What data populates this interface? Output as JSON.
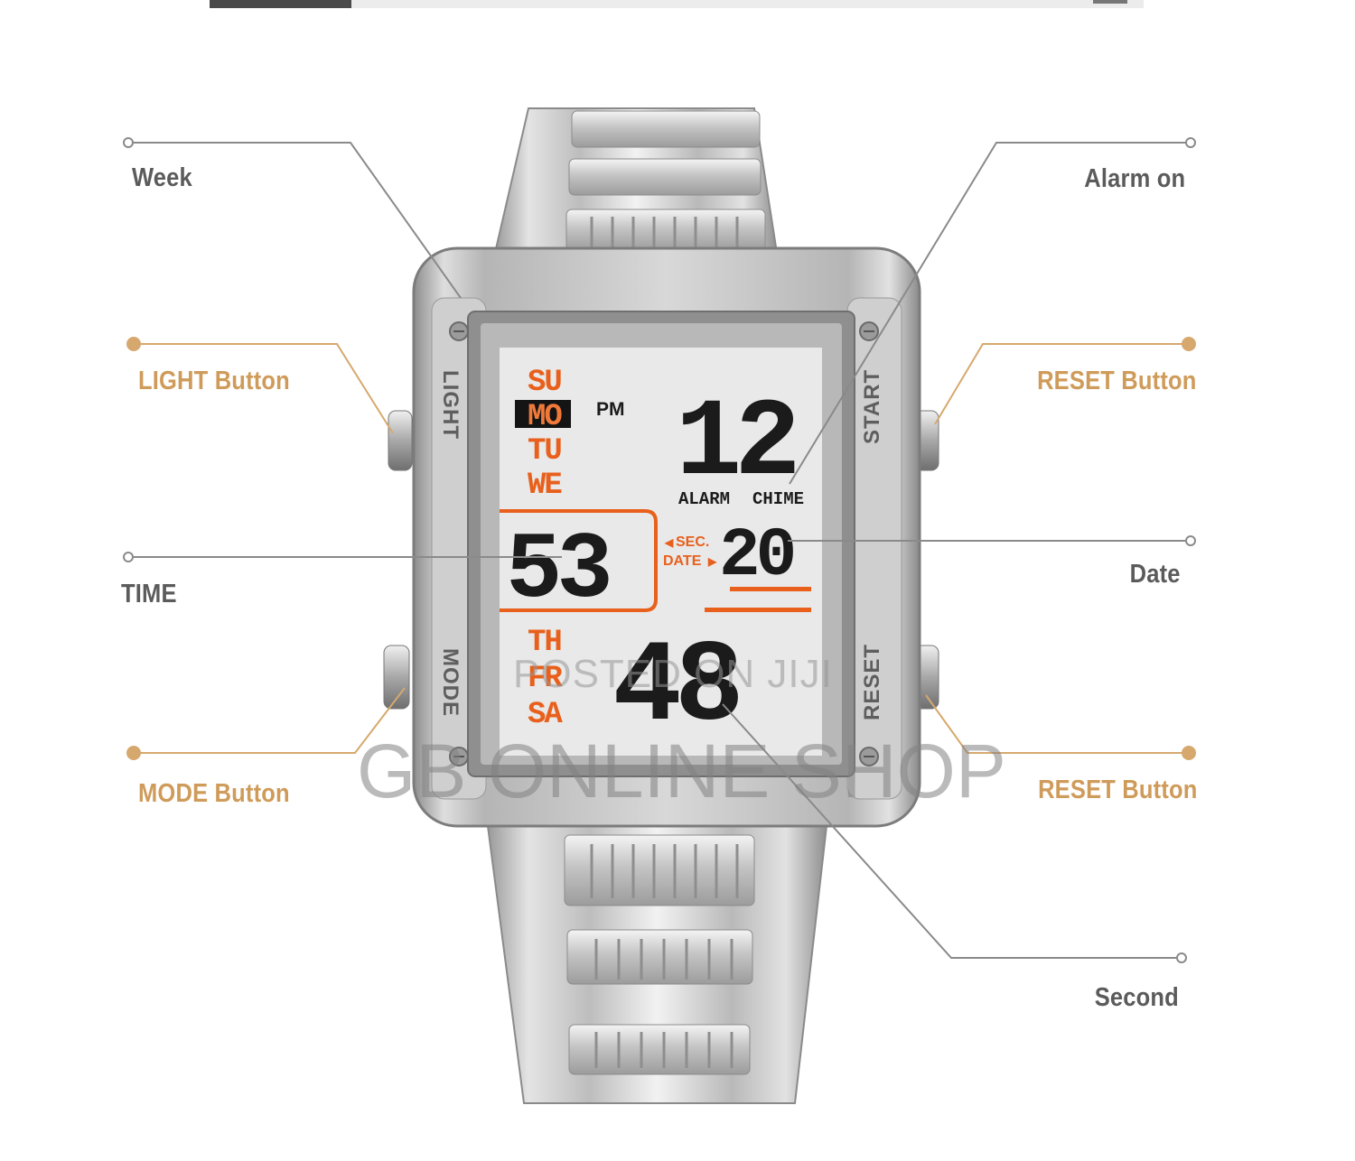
{
  "callouts": {
    "week": "Week",
    "alarm_on": "Alarm on",
    "light_button": "LIGHT Button",
    "reset_button_top": "RESET Button",
    "time": "TIME",
    "date": "Date",
    "mode_button": "MODE Button",
    "reset_button_bottom": "RESET Button",
    "second": "Second"
  },
  "bezel": {
    "light": "LIGHT",
    "mode": "MODE",
    "start": "START",
    "reset": "RESET"
  },
  "display": {
    "days_top": [
      "SU",
      "MO",
      "TU",
      "WE"
    ],
    "days_bottom": [
      "TH",
      "FR",
      "SA"
    ],
    "pm": "PM",
    "hour": "12",
    "alarm": "ALARM",
    "chime": "CHIME",
    "seconds": "53",
    "sec_label": "SEC.",
    "date_label": "DATE",
    "date": "20",
    "minutes": "48"
  },
  "watermark": {
    "small": "POSTED ON JIJI",
    "large": "GB ONLINE SHOP"
  },
  "colors": {
    "gray_label": "#5b5b5b",
    "gold_label": "#cf9b5a",
    "lcd_orange": "#e8601c",
    "lcd_bg": "#e9e9e9",
    "lcd_digit": "#1b1b1b",
    "steel": "#c9c9c9"
  }
}
